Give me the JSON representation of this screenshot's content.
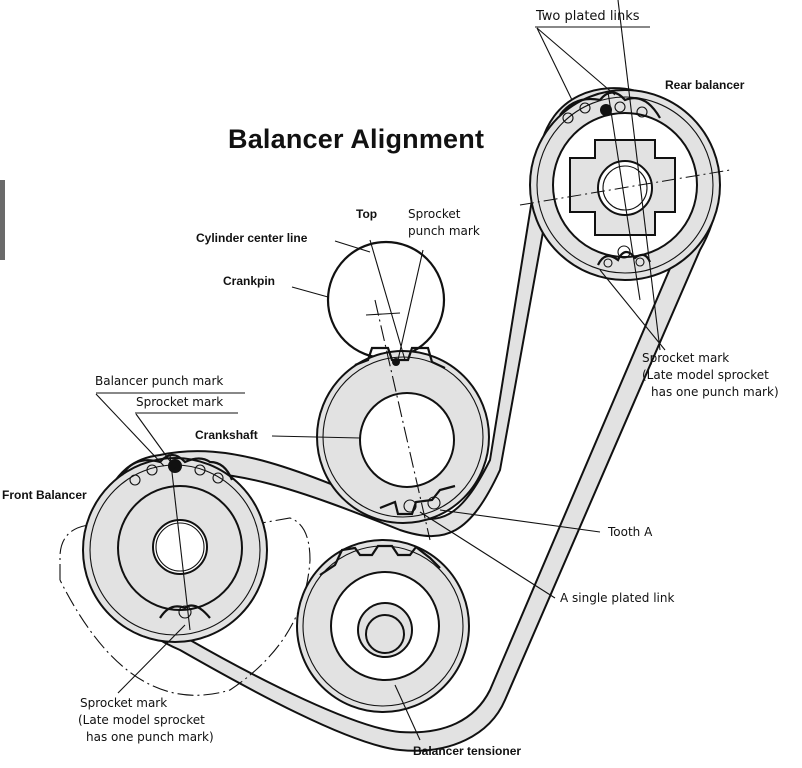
{
  "title": "Balancer Alignment",
  "colors": {
    "line": "#111111",
    "fill": "#e2e2e2",
    "background": "#ffffff"
  },
  "labels": {
    "two_plated_links": "Two plated links",
    "rear_balancer": "Rear balancer",
    "top": "Top",
    "sprocket_punch_mark_1": "Sprocket",
    "sprocket_punch_mark_2": "punch mark",
    "cylinder_center_line": "Cylinder center line",
    "crankpin": "Crankpin",
    "balancer_punch_mark": "Balancer punch mark",
    "sprocket_mark_front": "Sprocket mark",
    "crankshaft": "Crankshaft",
    "front_balancer": "Front Balancer",
    "tooth_a": "Tooth  A",
    "single_plated_link": "A single plated link",
    "balancer_tensioner": "Balancer tensioner",
    "rear_sprocket_note": {
      "line1": "Sprocket mark",
      "line2": "(Late model sprocket",
      "line3": "has one punch mark)"
    },
    "front_sprocket_note": {
      "line1": "Sprocket mark",
      "line2": "(Late model sprocket",
      "line3": "has one punch mark)"
    }
  }
}
